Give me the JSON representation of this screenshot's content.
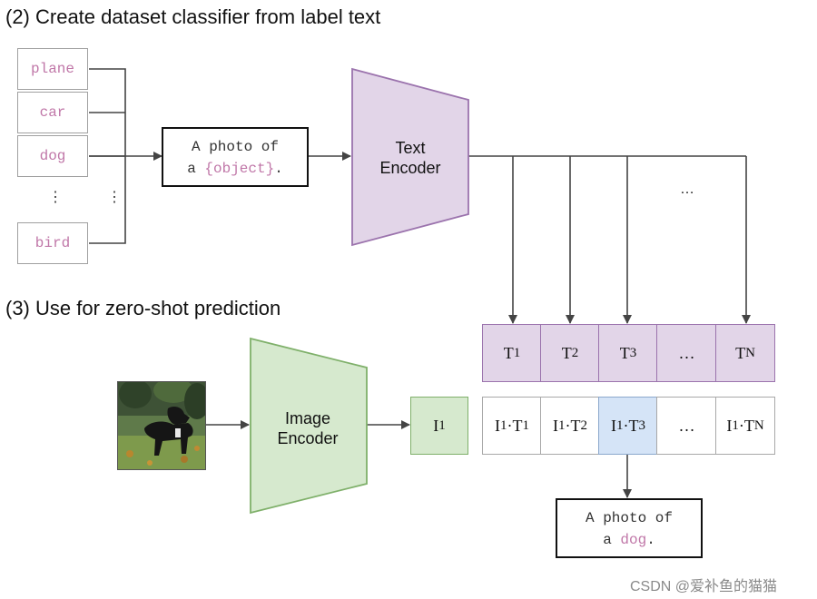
{
  "headings": {
    "step2": "(2) Create dataset classifier from label text",
    "step3": "(3) Use for zero-shot prediction"
  },
  "labels": [
    "plane",
    "car",
    "dog",
    "bird"
  ],
  "label_ellipsis": "⋮",
  "prompt_template": {
    "line1": "A photo of",
    "line2_prefix": "a ",
    "placeholder": "{object}",
    "line2_suffix": "."
  },
  "text_encoder": {
    "line1": "Text",
    "line2": "Encoder"
  },
  "image_encoder": {
    "line1": "Image",
    "line2": "Encoder"
  },
  "text_embeddings": [
    {
      "base": "T",
      "sub": "1"
    },
    {
      "base": "T",
      "sub": "2"
    },
    {
      "base": "T",
      "sub": "3"
    },
    {
      "base": "…",
      "sub": ""
    },
    {
      "base": "T",
      "sub": "N"
    }
  ],
  "arrow_ellipsis": "…",
  "image_embedding": {
    "base": "I",
    "sub": "1"
  },
  "similarities": [
    {
      "a": "I",
      "as": "1",
      "b": "T",
      "bs": "1"
    },
    {
      "a": "I",
      "as": "1",
      "b": "T",
      "bs": "2"
    },
    {
      "a": "I",
      "as": "1",
      "b": "T",
      "bs": "3"
    },
    {
      "text": "…"
    },
    {
      "a": "I",
      "as": "1",
      "b": "T",
      "bs": "N"
    }
  ],
  "highlighted_index": 2,
  "prediction": {
    "line1": "A photo of",
    "line2_prefix": "a ",
    "label": "dog",
    "line2_suffix": "."
  },
  "watermark": "CSDN @爱补鱼的猫猫",
  "colors": {
    "label_text": "#c077a8",
    "text_encoder_fill": "#e2d5e8",
    "text_encoder_stroke": "#9b73ad",
    "image_encoder_fill": "#d6e9ce",
    "image_encoder_stroke": "#7fb06a",
    "highlight_fill": "#d5e4f7"
  }
}
